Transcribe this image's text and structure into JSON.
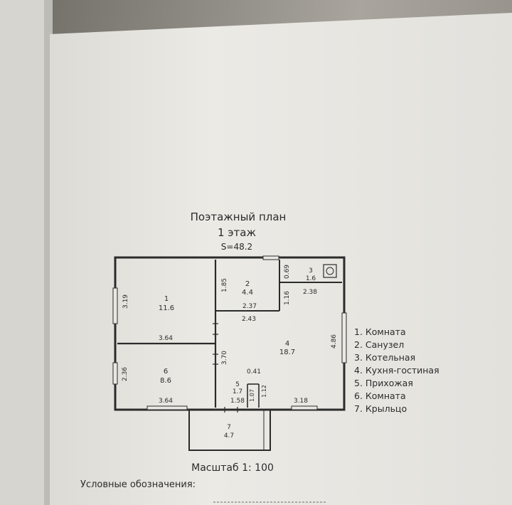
{
  "plan": {
    "title": "Поэтажный план",
    "floor": "1 этаж",
    "area": "S=48.2",
    "scale": "Масштаб 1: 100",
    "legend_heading": "Условные обозначения:"
  },
  "rooms": [
    {
      "num": "1",
      "area": "11.6"
    },
    {
      "num": "2",
      "area": "4.4"
    },
    {
      "num": "3",
      "area": "1.6"
    },
    {
      "num": "4",
      "area": "18.7"
    },
    {
      "num": "5",
      "area": "1.7"
    },
    {
      "num": "6",
      "area": "8.6"
    },
    {
      "num": "7",
      "area": "4.7"
    }
  ],
  "dimensions": {
    "room1_height": "3.19",
    "room1_width": "3.64",
    "room2_height": "1.85",
    "room2_width_inner": "2.37",
    "room2_width_outer": "2.43",
    "room3_height": "0.69",
    "room3_width": "2.38",
    "room4_small": "1.16",
    "room4_height": "4.86",
    "room4_width": "3.18",
    "corridor_height": "3.70",
    "room5_width_top": "0.41",
    "room5_height_a": "1.07",
    "room5_height_b": "1.12",
    "room5_width": "1.58",
    "room6_height": "2.36",
    "room6_width": "3.64"
  },
  "legend": [
    "1. Комната",
    "2. Санузел",
    "3. Котельная",
    "4. Кухня-гостиная",
    "5. Прихожая",
    "6. Комната",
    "7. Крыльцо"
  ],
  "colors": {
    "paper": "#e9e8e3",
    "ink": "#2b2b2b",
    "background": "#8a8780"
  }
}
